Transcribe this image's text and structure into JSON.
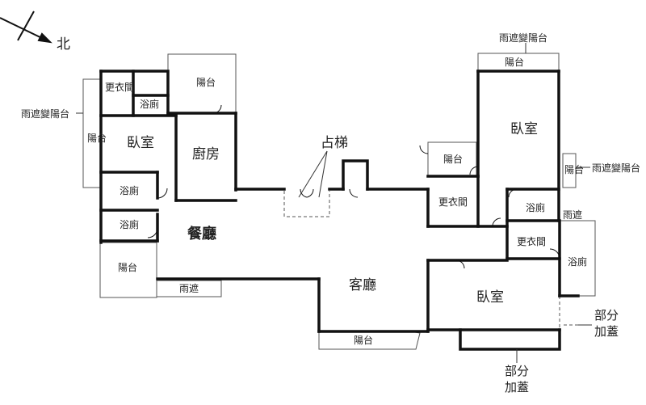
{
  "compass": {
    "label": "北"
  },
  "rooms": {
    "wardrobe_nw": "更衣間",
    "bath_nw_small": "浴廁",
    "balcony_nw_top": "陽台",
    "balcony_w_vertical": "陽台",
    "rain_cover_nw_note": "雨遮變陽台",
    "bedroom_w": "臥室",
    "kitchen": "廚房",
    "bath_w_1": "浴廁",
    "bath_w_2": "浴廁",
    "balcony_sw": "陽台",
    "rain_cover_sw": "雨遮",
    "dining": "餐廳",
    "stair": "占梯",
    "living": "客廳",
    "balcony_south": "陽台",
    "balcony_mid": "陽台",
    "wardrobe_mid": "更衣間",
    "bedroom_ne": "臥室",
    "balcony_ne_top": "陽台",
    "rain_cover_ne_top_note": "雨遮變陽台",
    "balcony_e_vertical": "陽台",
    "rain_cover_e_note": "雨遮變陽台",
    "bath_e_1": "浴廁",
    "rain_cover_e_small": "雨遮",
    "wardrobe_e": "更衣間",
    "bath_e_2": "浴廁",
    "bedroom_se": "臥室",
    "extension_right": "部分加蓋",
    "extension_bottom": "部分加蓋"
  }
}
